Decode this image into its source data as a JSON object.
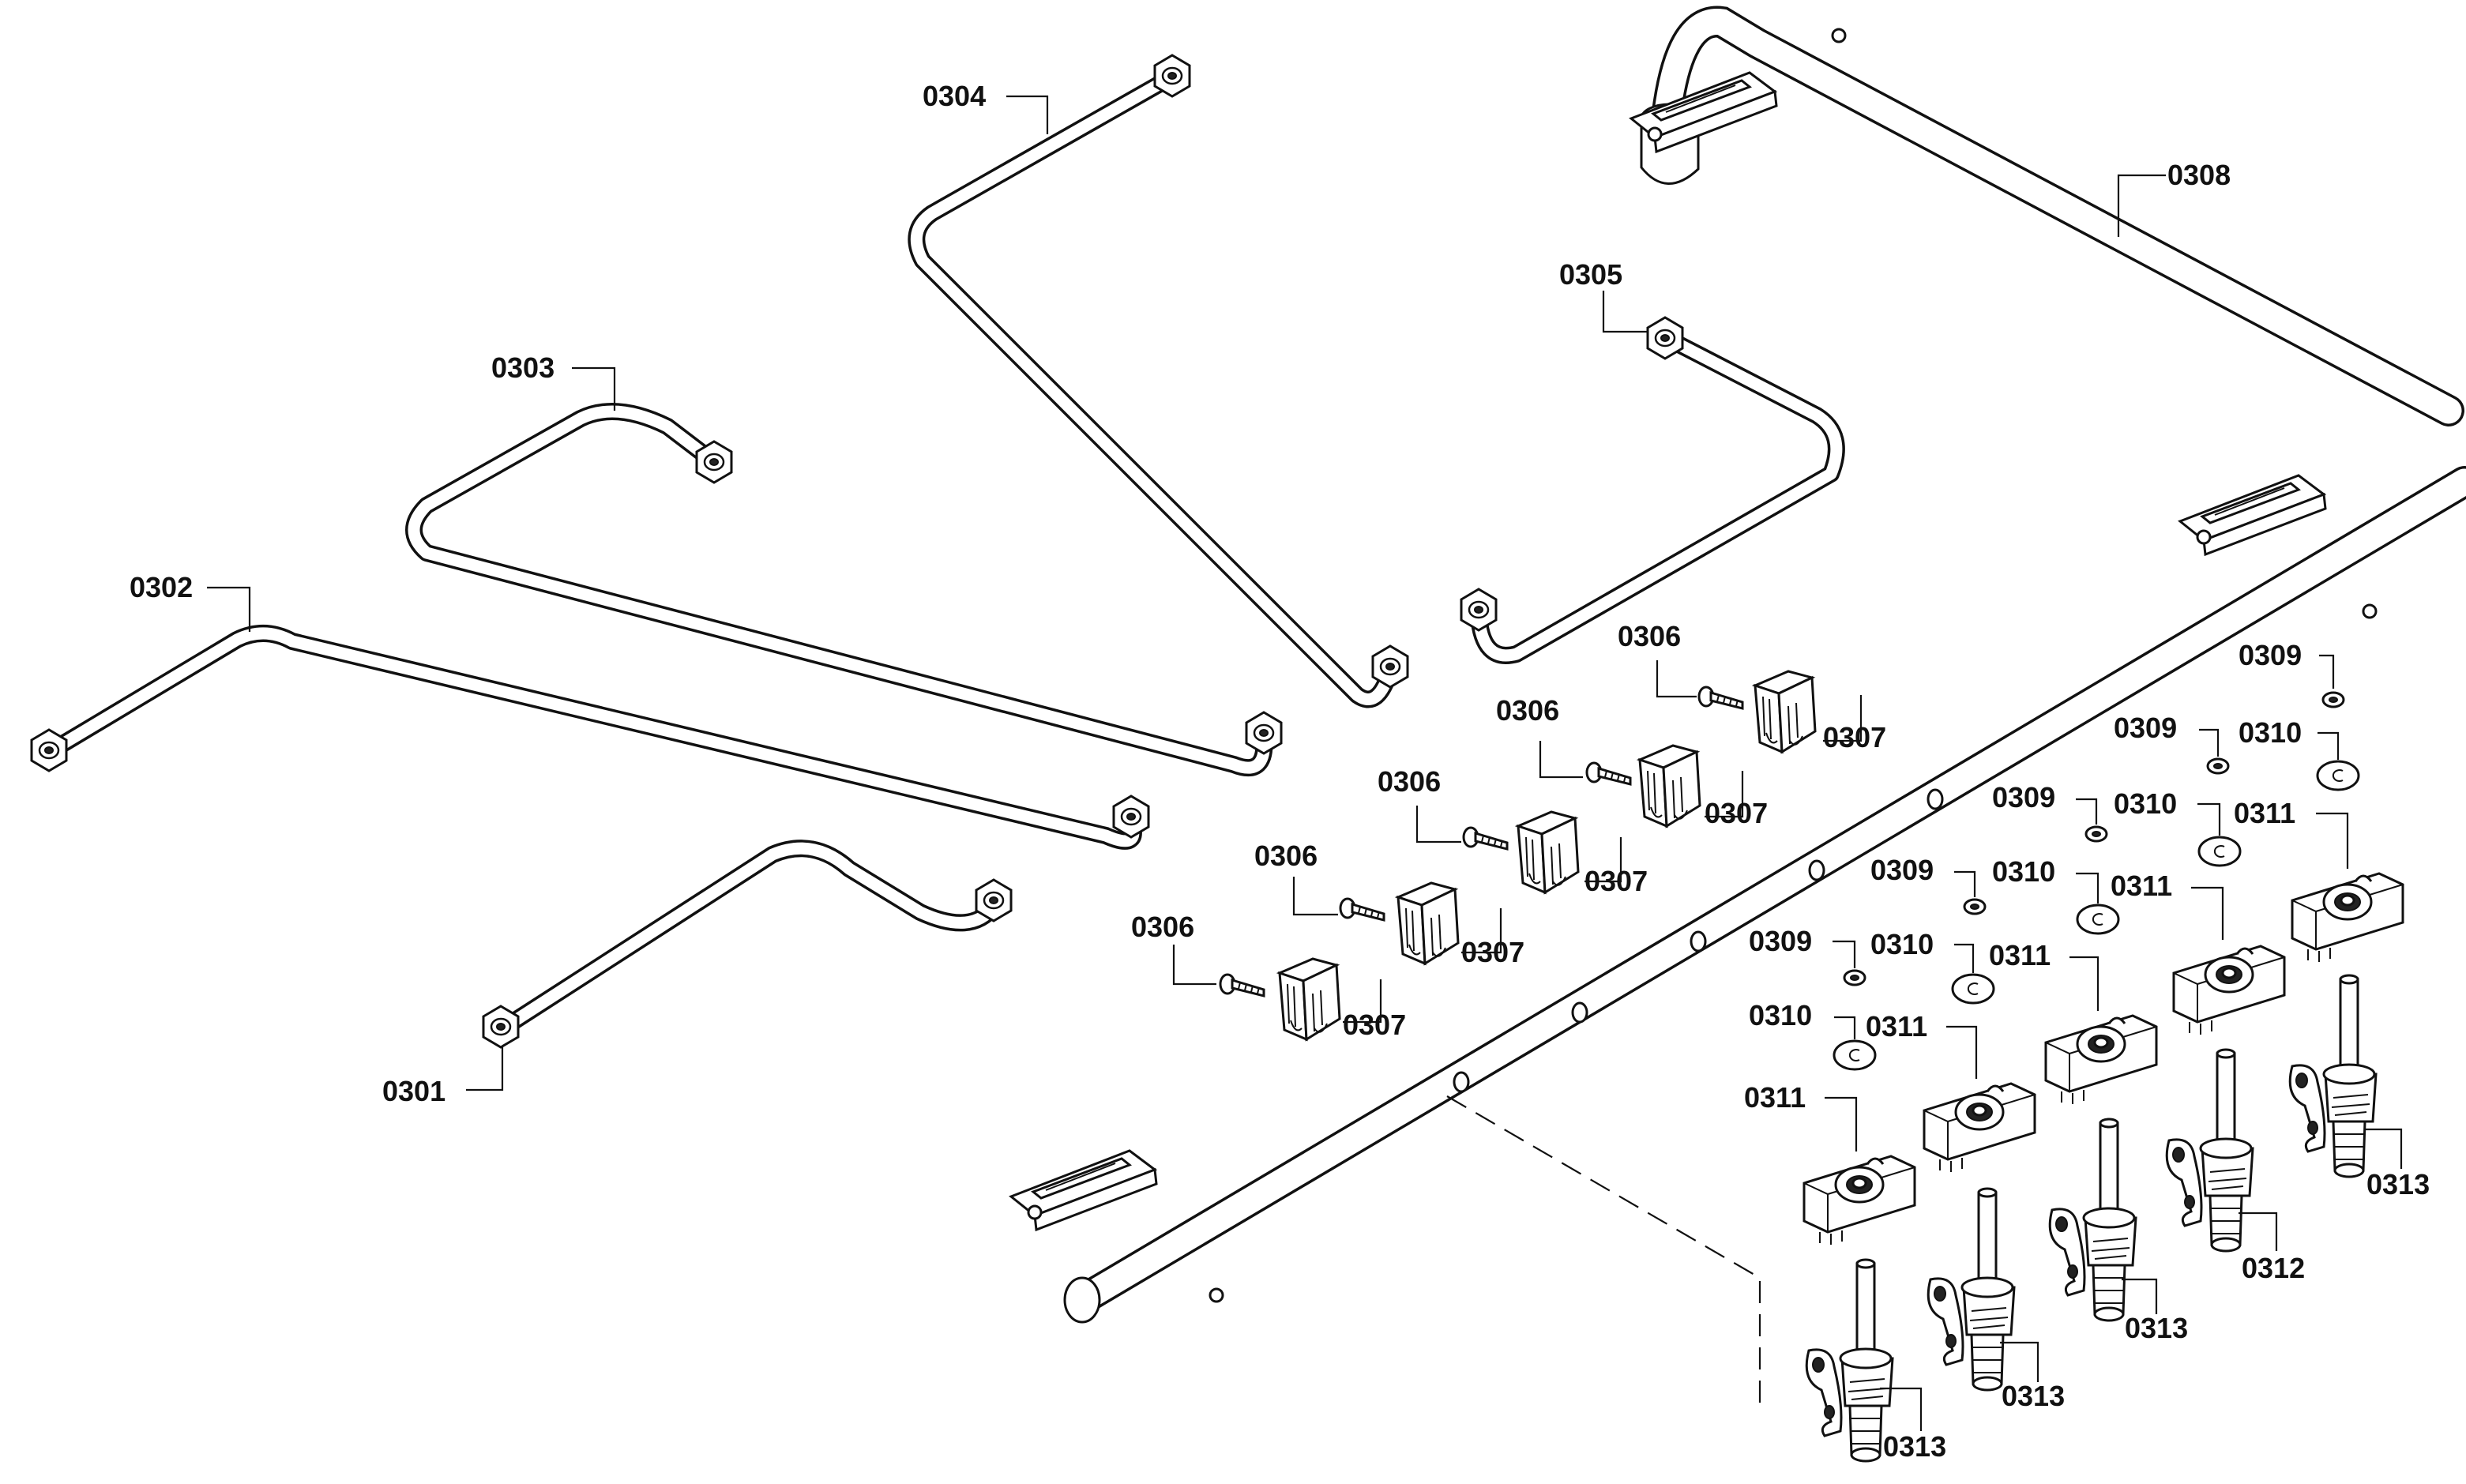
{
  "diagram": {
    "labels": {
      "p0301": "0301",
      "p0302": "0302",
      "p0303": "0303",
      "p0304": "0304",
      "p0305": "0305",
      "p0306": "0306",
      "p0307": "0307",
      "p0308": "0308",
      "p0309": "0309",
      "p0310": "0310",
      "p0311": "0311",
      "p0312": "0312",
      "p0313": "0313"
    }
  }
}
